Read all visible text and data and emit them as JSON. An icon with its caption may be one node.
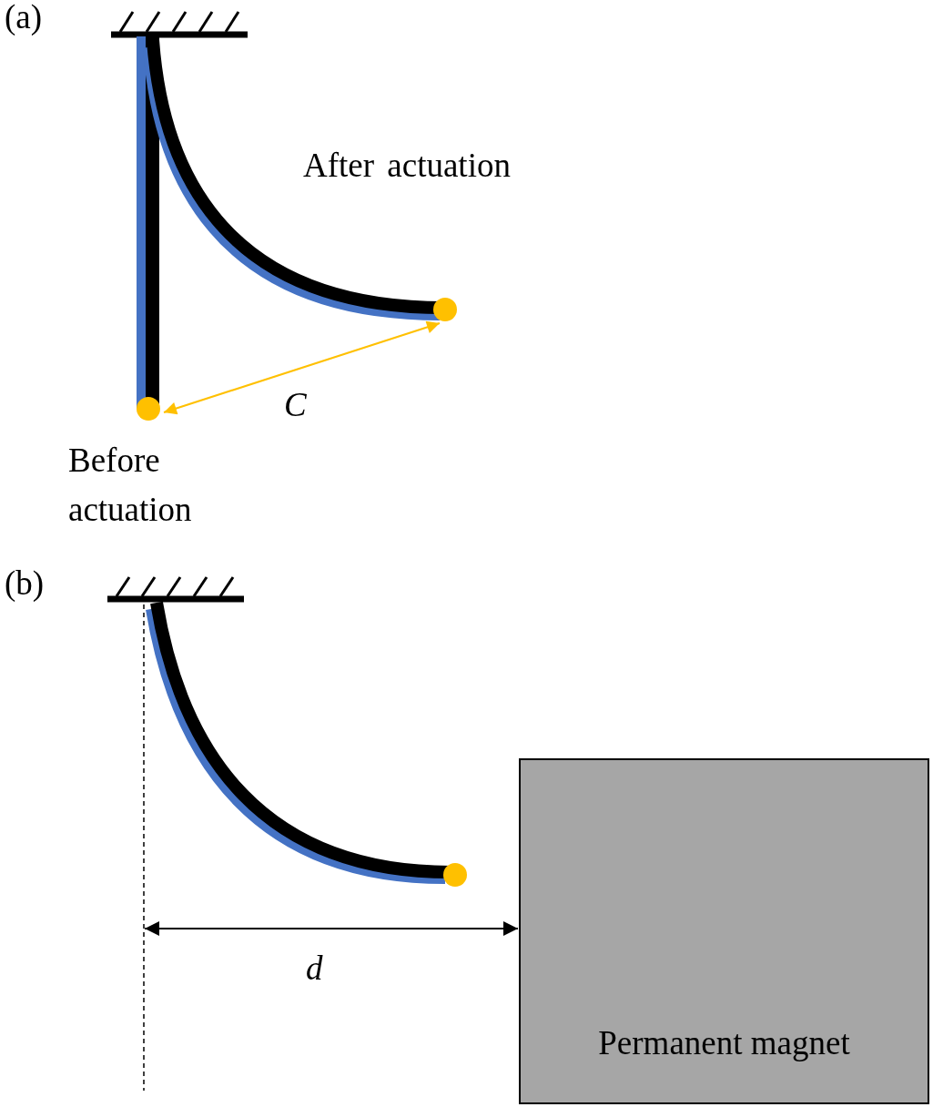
{
  "diagram": {
    "nodes": [
      {
        "text": [
          "Permanent magnet"
        ]
      }
    ],
    "labels": [
      "(a)",
      "After actuation",
      "C",
      "Before actuation",
      "(b)",
      "d"
    ]
  }
}
